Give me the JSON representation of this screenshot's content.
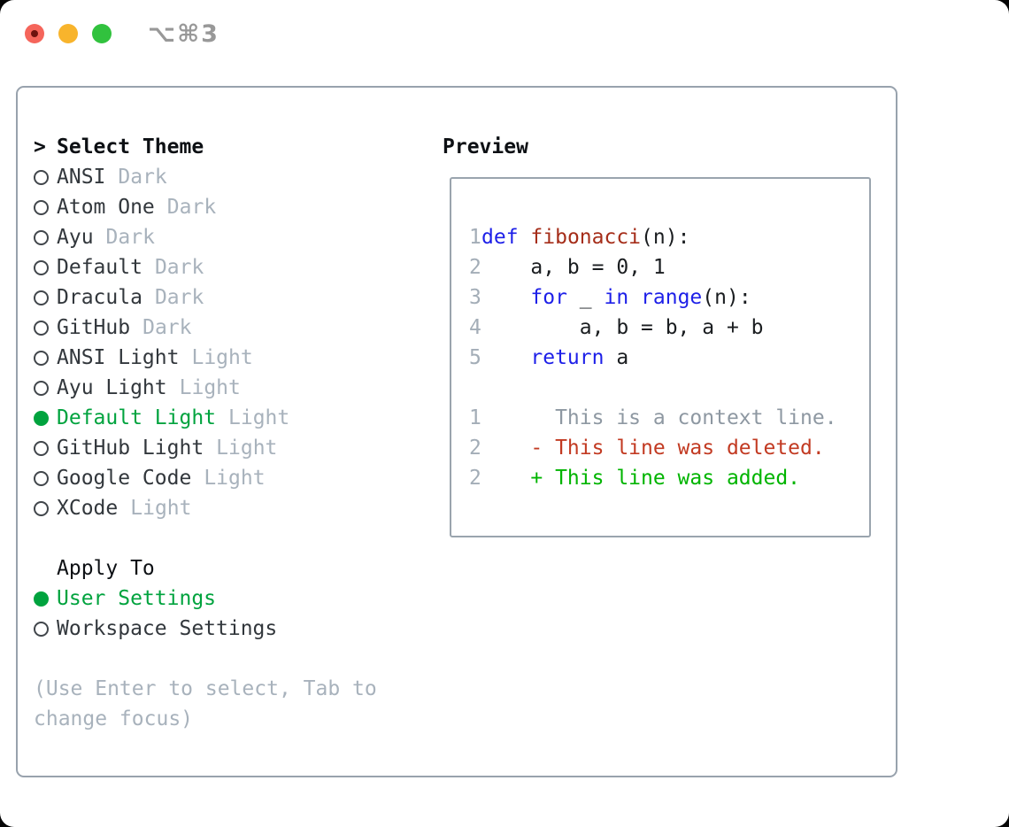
{
  "window": {
    "title": "⌥⌘3",
    "traffic_lights": [
      {
        "name": "close-button",
        "color": "#f5655b"
      },
      {
        "name": "minimize-button",
        "color": "#f8b42c"
      },
      {
        "name": "zoom-button",
        "color": "#31c23e"
      }
    ]
  },
  "theme_panel": {
    "pointer": ">",
    "header": "Select Theme",
    "items": [
      {
        "name": "ANSI",
        "tag": "Dark",
        "selected": false
      },
      {
        "name": "Atom One",
        "tag": "Dark",
        "selected": false
      },
      {
        "name": "Ayu",
        "tag": "Dark",
        "selected": false
      },
      {
        "name": "Default",
        "tag": "Dark",
        "selected": false
      },
      {
        "name": "Dracula",
        "tag": "Dark",
        "selected": false
      },
      {
        "name": "GitHub",
        "tag": "Dark",
        "selected": false
      },
      {
        "name": "ANSI Light",
        "tag": "Light",
        "selected": false
      },
      {
        "name": "Ayu Light",
        "tag": "Light",
        "selected": false
      },
      {
        "name": "Default Light",
        "tag": "Light",
        "selected": true
      },
      {
        "name": "GitHub Light",
        "tag": "Light",
        "selected": false
      },
      {
        "name": "Google Code",
        "tag": "Light",
        "selected": false
      },
      {
        "name": "XCode",
        "tag": "Light",
        "selected": false
      }
    ]
  },
  "apply_to": {
    "header": "Apply To",
    "options": [
      {
        "label": "User Settings",
        "selected": true
      },
      {
        "label": "Workspace Settings",
        "selected": false
      }
    ]
  },
  "hint": "(Use Enter to select, Tab to change focus)",
  "preview": {
    "header": "Preview",
    "lines": [
      {
        "n": "1",
        "parts": [
          {
            "t": "def",
            "c": "kw"
          },
          {
            "t": " ",
            "c": "pl"
          },
          {
            "t": "fibonacci",
            "c": "fn"
          },
          {
            "t": "(n):",
            "c": "pl"
          }
        ]
      },
      {
        "n": "2",
        "parts": [
          {
            "t": "    a, b = 0, 1",
            "c": "pl"
          }
        ]
      },
      {
        "n": "3",
        "parts": [
          {
            "t": "    ",
            "c": "pl"
          },
          {
            "t": "for",
            "c": "kw"
          },
          {
            "t": " _ ",
            "c": "pl"
          },
          {
            "t": "in",
            "c": "kw"
          },
          {
            "t": " ",
            "c": "pl"
          },
          {
            "t": "range",
            "c": "kw"
          },
          {
            "t": "(n):",
            "c": "pl"
          }
        ]
      },
      {
        "n": "4",
        "parts": [
          {
            "t": "        a, b = b, a + b",
            "c": "pl"
          }
        ]
      },
      {
        "n": "5",
        "parts": [
          {
            "t": "    ",
            "c": "pl"
          },
          {
            "t": "return",
            "c": "kw"
          },
          {
            "t": " a",
            "c": "pl"
          }
        ]
      },
      {
        "n": "",
        "parts": []
      },
      {
        "n": "1",
        "parts": [
          {
            "t": "      This is a context line.",
            "c": "ctx"
          }
        ]
      },
      {
        "n": "2",
        "parts": [
          {
            "t": "    - This line was deleted.",
            "c": "del"
          }
        ]
      },
      {
        "n": "2",
        "parts": [
          {
            "t": "    + This line was added.",
            "c": "add"
          }
        ]
      }
    ]
  },
  "colors": {
    "pl": "#1a1d20",
    "kw": "#1d1fe8",
    "fn": "#a52d19",
    "ctx": "#8e98a2",
    "del": "#c23a22",
    "add": "#00b400",
    "num": "#a3adb7",
    "accent_green": "#00a33e",
    "muted_gray": "#a8b2bc",
    "border_gray": "#98a2ad"
  }
}
